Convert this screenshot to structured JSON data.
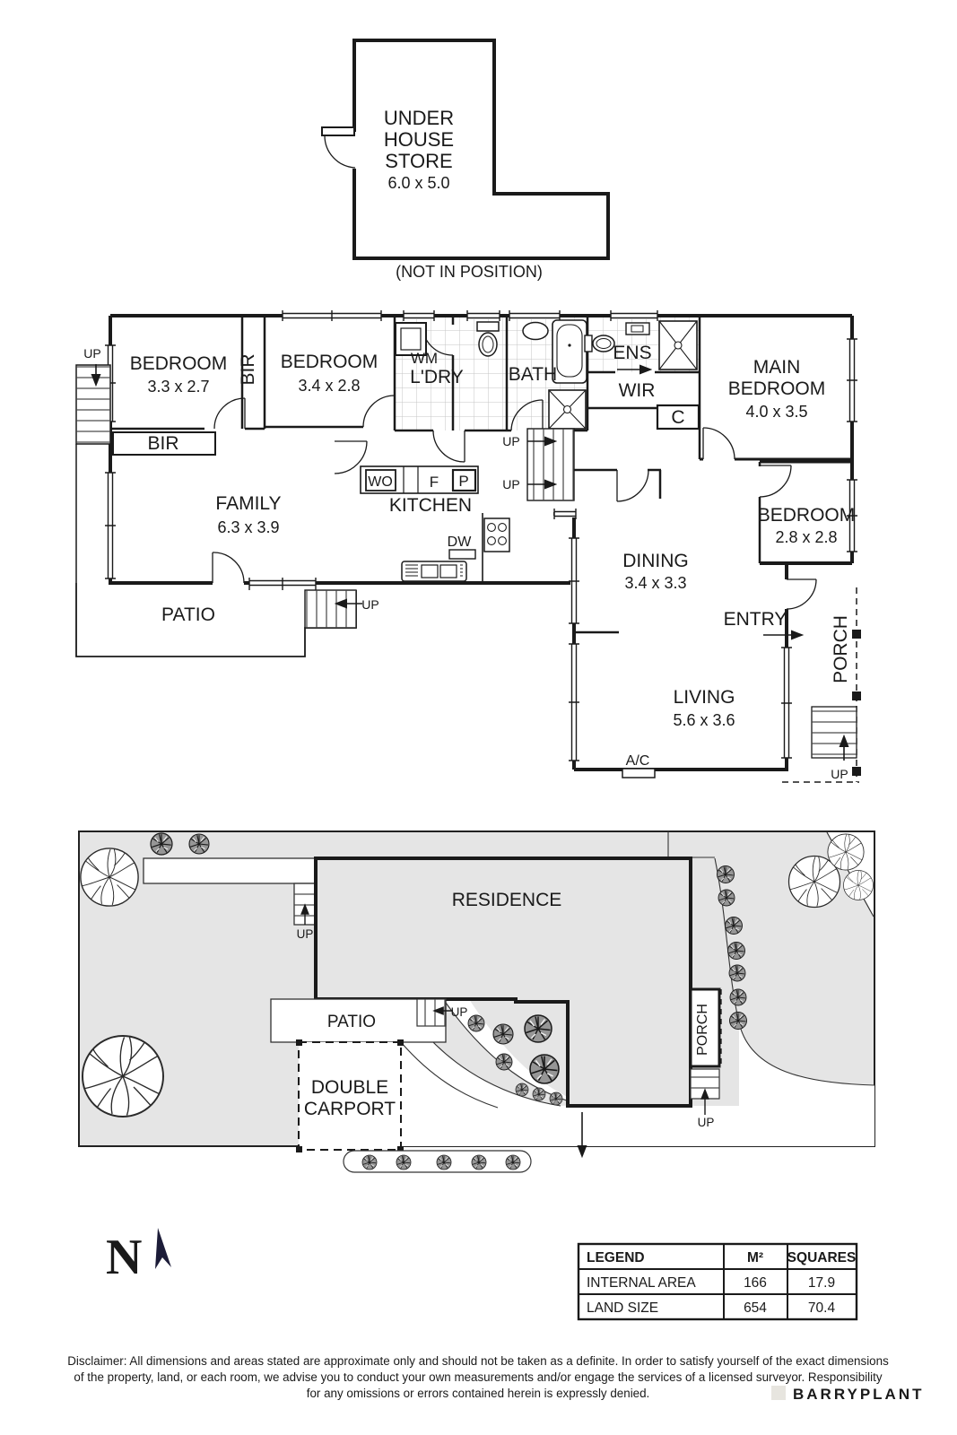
{
  "store": {
    "lines": [
      "UNDER",
      "HOUSE",
      "STORE"
    ],
    "dims": "6.0 x 5.0",
    "caption": "(NOT IN POSITION)"
  },
  "labels": {
    "up": "UP"
  },
  "floorplan": {
    "bedroom1": {
      "name": "BEDROOM",
      "dims": "3.3 x 2.7"
    },
    "bedroom2": {
      "name": "BEDROOM",
      "dims": "3.4 x 2.8"
    },
    "main_bedroom": {
      "lines": [
        "MAIN",
        "BEDROOM"
      ],
      "dims": "4.0 x 3.5"
    },
    "bedroom3": {
      "name": "BEDROOM",
      "dims": "2.8 x 2.8"
    },
    "family": {
      "name": "FAMILY",
      "dims": "6.3 x 3.9"
    },
    "kitchen": {
      "name": "KITCHEN"
    },
    "dining": {
      "name": "DINING",
      "dims": "3.4 x 3.3"
    },
    "living": {
      "name": "LIVING",
      "dims": "5.6 x 3.6"
    },
    "laundry": {
      "line1": "WM",
      "line2": "L'DRY"
    },
    "bath": "BATH",
    "ens": "ENS",
    "wir": "WIR",
    "bir": "BIR",
    "cupboard": "C",
    "entry": "ENTRY",
    "porch": "PORCH",
    "patio": "PATIO",
    "ac": "A/C",
    "wall_oven": "WO",
    "fridge": "F",
    "pantry": "P",
    "dishwasher": "DW"
  },
  "site": {
    "residence": "RESIDENCE",
    "patio": "PATIO",
    "carport_lines": [
      "DOUBLE",
      "CARPORT"
    ],
    "porch": "PORCH"
  },
  "compass": {
    "north": "N"
  },
  "legend": {
    "col_headers": [
      "LEGEND",
      "M²",
      "SQUARES"
    ],
    "rows": [
      [
        "INTERNAL AREA",
        "166",
        "17.9"
      ],
      [
        "LAND SIZE",
        "654",
        "70.4"
      ]
    ]
  },
  "disclaimer": {
    "lines": [
      "Disclaimer: All dimensions and areas stated are approximate only and should not be taken as a definite. In order to satisfy yourself of the exact dimensions",
      "of the property, land, or each room, we advise you to conduct your own measurements and/or engage the services of a licensed surveyor. Responsibility",
      "for any omissions or errors contained herein is expressly denied."
    ]
  },
  "watermark": {
    "text": "BARRYPLANT"
  },
  "colors": {
    "line": "#1a1a1a",
    "site_fill": "#e5e5e5",
    "compass": "#1c1c38",
    "watermark": "#e7e5df"
  }
}
